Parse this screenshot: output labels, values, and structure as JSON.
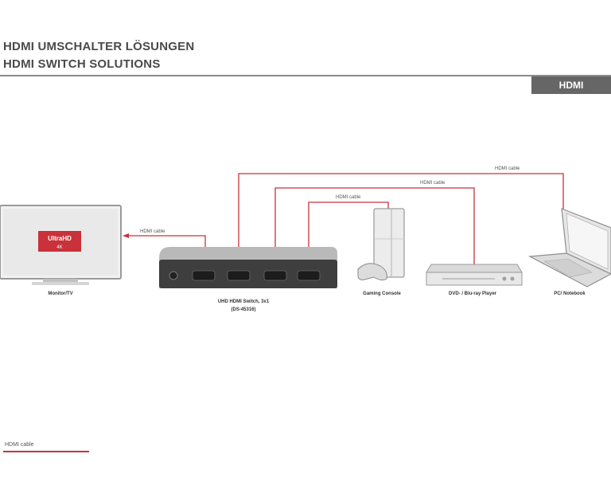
{
  "header": {
    "title_de": "HDMI UMSCHALTER LÖSUNGEN",
    "title_en": "HDMI SWITCH SOLUTIONS",
    "badge": "HDMI"
  },
  "devices": {
    "monitor": {
      "label": "Monitor/TV",
      "screen_brand": "UltraHD",
      "screen_sub": "4K"
    },
    "switch": {
      "label_line1": "UHD HDMI Switch, 3x1",
      "label_line2": "(DS-45316)"
    },
    "console": {
      "label": "Gaming Console"
    },
    "dvd": {
      "label": "DVD- / Blu-ray Player"
    },
    "pc": {
      "label": "PC/ Notebook"
    }
  },
  "cables": {
    "to_monitor": "HDMI cable",
    "from_pc": "HDMI cable",
    "from_dvd": "HDMI cable",
    "from_console": "HDMI cable"
  },
  "legend": {
    "label": "HDMI cable"
  },
  "colors": {
    "cable": "#c9323a",
    "badge_bg": "#666666",
    "rule": "#8a8a8a"
  }
}
